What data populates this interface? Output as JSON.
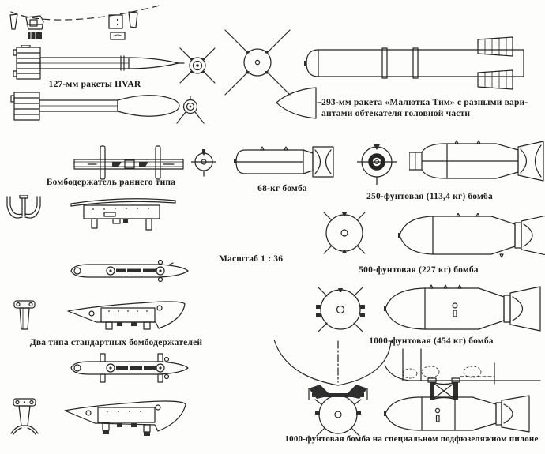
{
  "page": {
    "background": "#fdfdfb",
    "ink": "#242424",
    "description_language": "Russian",
    "scale_note": "Масштаб 1 : 36"
  },
  "captions": {
    "hvar": "127-мм ракеты HVAR",
    "tinytim_line1": "293-мм ракета «Малютка Тим» с разными вари-",
    "tinytim_line2": "антами обтекателя головной части",
    "early_rack": "Бомбодержатель раннего типа",
    "bomb_68": "68-кг бомба",
    "bomb_250": "250-фунтовая (113,4 кг) бомба",
    "scale": "Масштаб 1 : 36",
    "bomb_500": "500-фунтовая (227 кг) бомба",
    "bomb_1000": "1000-фунтовая (454 кг) бомба",
    "standard_racks": "Два типа стандартных бомбодержателей",
    "bomb_1000_pylon": "1000-фунтовая бомба на специальном подфюзеляжном пилоне"
  },
  "figures": [
    "aircraft-mounting-parts-sketch",
    "hvar-rocket-side-pointed-nose",
    "hvar-rocket-front-view-1",
    "tinytim-rocket-front-view",
    "tinytim-rocket-side-view",
    "tinytim-alternate-nose-cone",
    "hvar-rocket-side-round-nose",
    "hvar-rocket-front-view-2",
    "early-type-bomb-rack",
    "bomb-68kg-front-view",
    "bomb-68kg-side-view",
    "bomb-250lb-front-view",
    "bomb-250lb-side-view",
    "bomb-rack-front-fork-view",
    "curved-bomb-rack-side-view",
    "bomb-500lb-front-view",
    "bomb-500lb-side-view",
    "rack-fairing-plan-view-1",
    "pylon-front-view-1",
    "standard-rack-side-view-1",
    "bomb-1000lb-front-view",
    "bomb-1000lb-side-view",
    "rack-fairing-plan-view-2",
    "pylon-front-view-2",
    "standard-rack-side-view-2",
    "fuselage-cross-section-with-bomb",
    "bomb-1000lb-under-fuselage-side-view"
  ]
}
